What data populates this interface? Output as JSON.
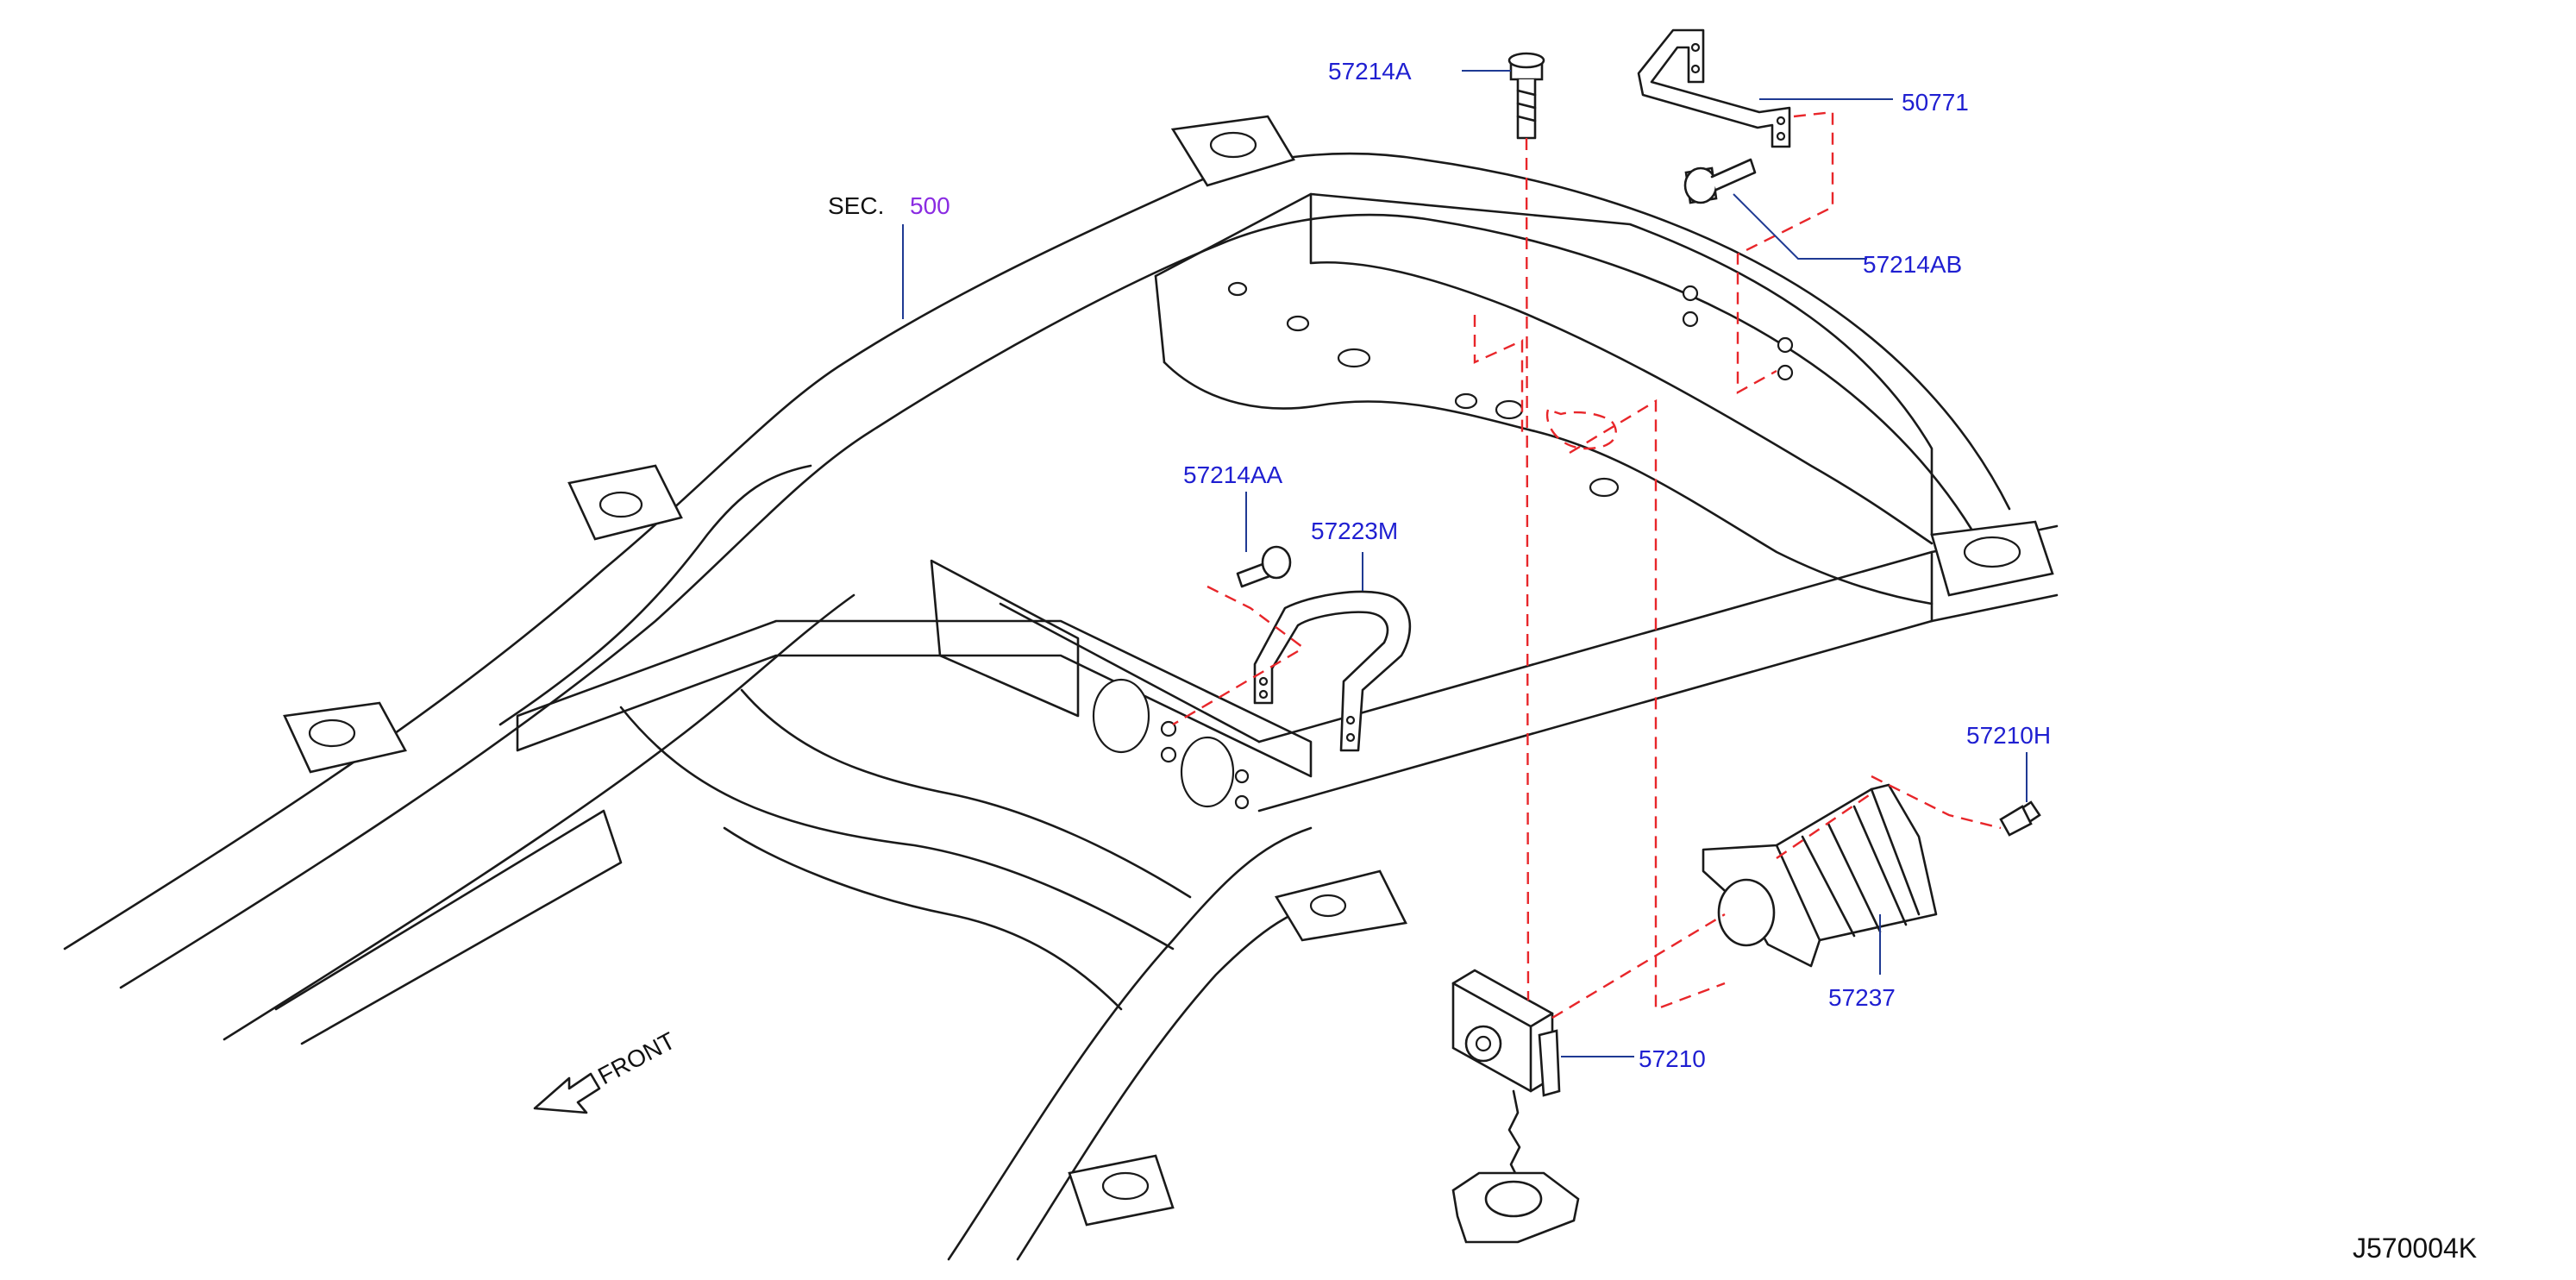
{
  "diagram": {
    "figure_code": "J570004K",
    "section_ref": {
      "label": "SEC.",
      "number": "500"
    },
    "front_marker": "FRONT",
    "callouts": [
      {
        "id": "57214A",
        "label": "57214A"
      },
      {
        "id": "50771",
        "label": "50771"
      },
      {
        "id": "57214AB",
        "label": "57214AB"
      },
      {
        "id": "57214AA",
        "label": "57214AA"
      },
      {
        "id": "57223M",
        "label": "57223M"
      },
      {
        "id": "57210H",
        "label": "57210H"
      },
      {
        "id": "57237",
        "label": "57237"
      },
      {
        "id": "57210",
        "label": "57210"
      }
    ]
  },
  "colors": {
    "callout_text": "#1f1fd1",
    "section_number": "#8a2be2",
    "dashed_guides": "#e8262a",
    "leader_lines": "#1f3a93",
    "linework": "#1a1a1a"
  }
}
